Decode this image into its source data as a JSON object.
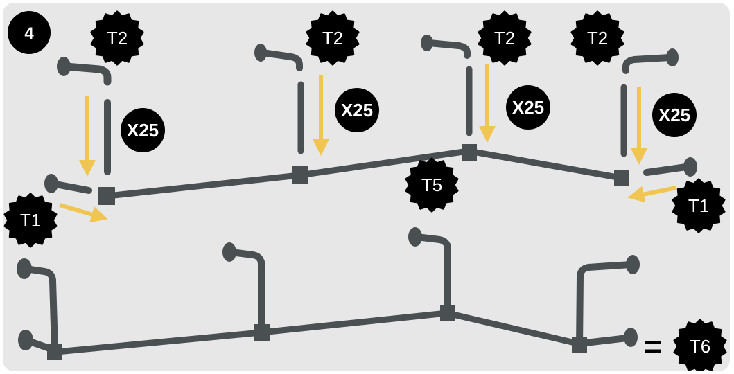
{
  "step_number": "4",
  "labels": {
    "t1": "T1",
    "t2": "T2",
    "t5": "T5",
    "t6": "T6",
    "qty": "X25",
    "equals": "="
  },
  "colors": {
    "background": "#e7e7e7",
    "badge": "#000000",
    "arrow": "#f0c552",
    "pipe": "#4a4f52",
    "pipe_highlight": "#8a8f92"
  }
}
